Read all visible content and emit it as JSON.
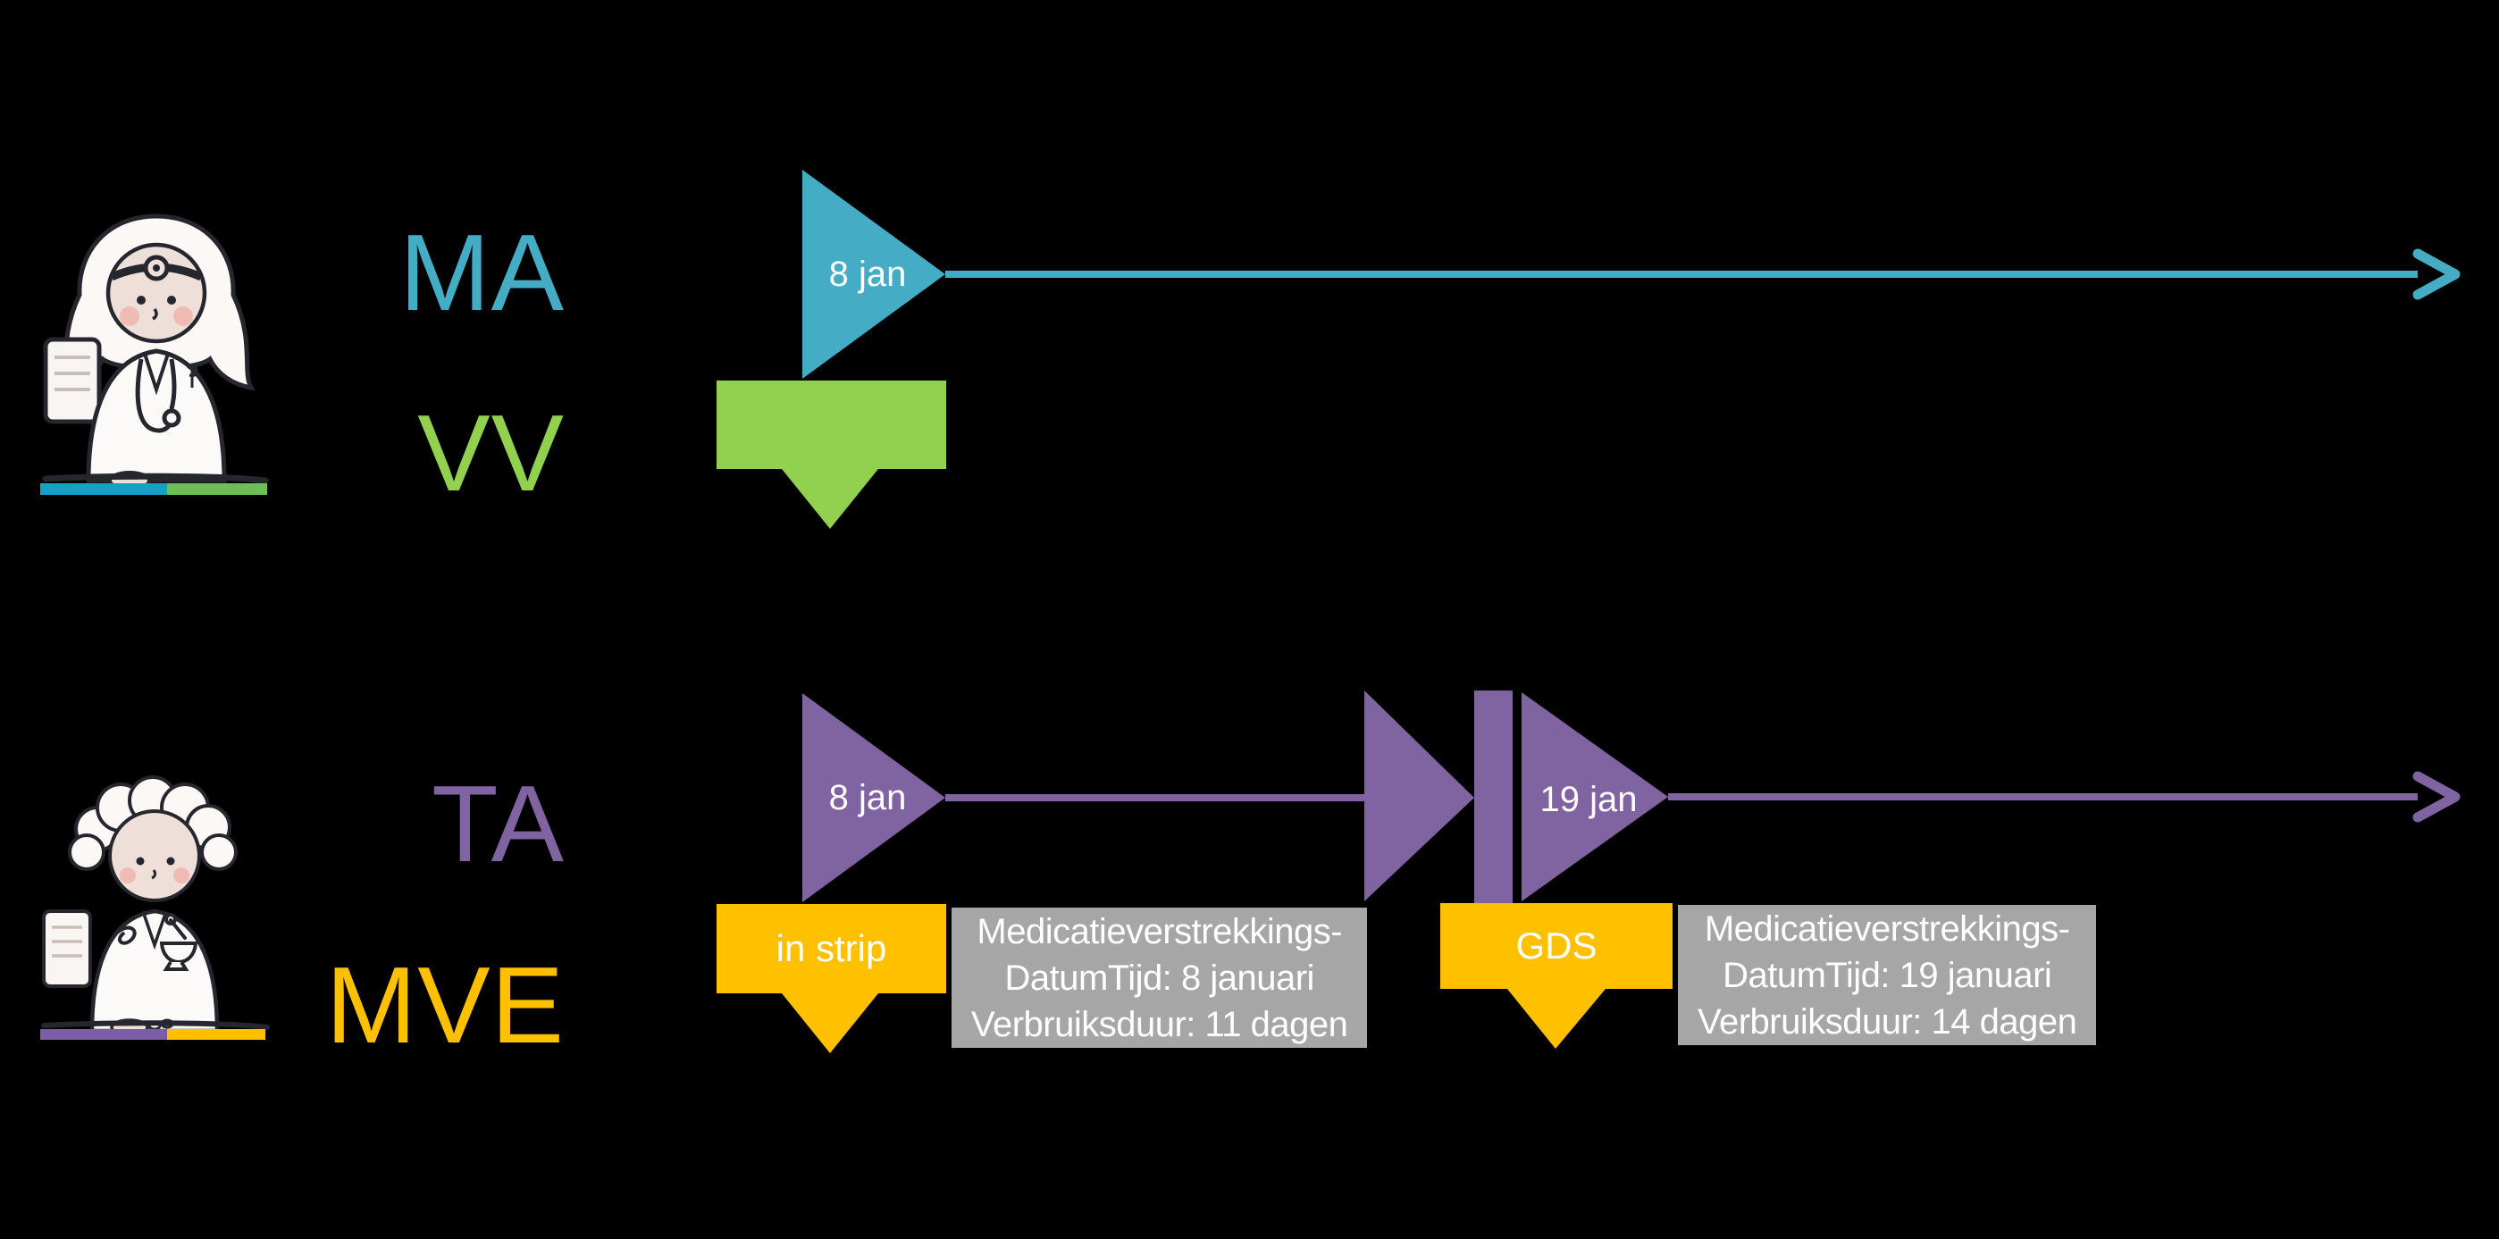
{
  "colors": {
    "background": "#000000",
    "teal": "#45ACC6",
    "green": "#92D050",
    "purple": "#8064A2",
    "yellow": "#FFC000",
    "gray_note": "#A6A6A6",
    "white_text": "#FFFFFF",
    "desk_teal": "#189FC4",
    "desk_green": "#6DBF55",
    "desk_purple": "#7B5EA7",
    "desk_yellow": "#FFC000"
  },
  "legend": {
    "ma": "MA",
    "vv": "VV",
    "ta": "TA",
    "mve": "MVE"
  },
  "illustrations": {
    "doctor": "doctor-at-computer",
    "pharmacist": "pharmacist-at-computer"
  },
  "prescriber_row": {
    "flag_date": "8 jan"
  },
  "pharmacy_row": {
    "flag1_date": "8 jan",
    "flag2_date": "19 jan",
    "banner1_label": "in strip",
    "banner2_label": "GDS",
    "note1": {
      "line1": "Medicatieverstrekkings-",
      "line2": "DatumTijd: 8 januari",
      "line3": "Verbruiksduur: 11 dagen"
    },
    "note2": {
      "line1": "Medicatieverstrekkings-",
      "line2": "DatumTijd: 19 januari",
      "line3": "Verbruiksduur: 14 dagen"
    }
  }
}
